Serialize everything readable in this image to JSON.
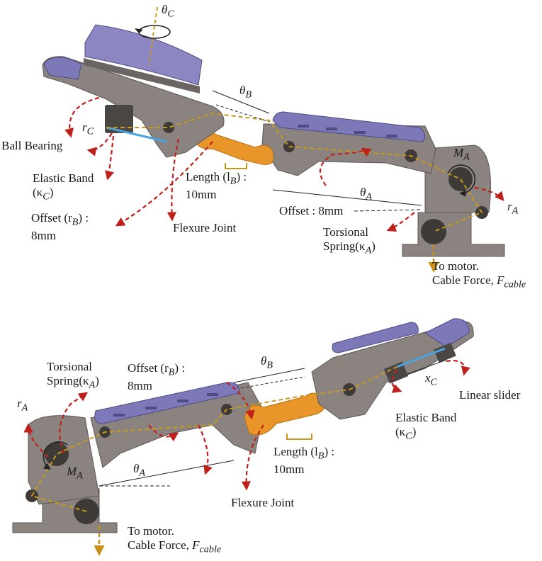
{
  "figure": {
    "top": {
      "theta_c": "θ",
      "theta_c_sub": "C",
      "theta_b": "θ",
      "theta_b_sub": "B",
      "r_c": "r",
      "r_c_sub": "C",
      "ball_bearing": "Ball Bearing",
      "elastic_band_l1": "Elastic Band",
      "elastic_band_l2": "(κ",
      "elastic_band_sub": "C",
      "elastic_band_close": ")",
      "offset_rb_l1": "Offset (r",
      "offset_rb_sub": "B",
      "offset_rb_close": ") :",
      "offset_rb_l2": "8mm",
      "flexure_joint": "Flexure Joint",
      "length_l1": "Length (l",
      "length_sub": "B",
      "length_close": ") :",
      "length_l2": "10mm",
      "theta_a": "θ",
      "theta_a_sub": "A",
      "offset_a": "Offset : 8mm",
      "torsional_l1": "Torsional",
      "torsional_l2": "Spring(κ",
      "torsional_sub": "A",
      "torsional_close": ")",
      "m_a": "M",
      "m_a_sub": "A",
      "r_a": "r",
      "r_a_sub": "A",
      "motor_l1": "To motor.",
      "motor_l2": "Cable Force, ",
      "motor_f": "F",
      "motor_f_sub": "cable"
    },
    "bottom": {
      "torsional_l1": "Torsional",
      "torsional_l2": "Spring(κ",
      "torsional_sub": "A",
      "torsional_close": ")",
      "r_a": "r",
      "r_a_sub": "A",
      "m_a": "M",
      "m_a_sub": "A",
      "offset_rb_l1": "Offset (r",
      "offset_rb_sub": "B",
      "offset_rb_close": ") :",
      "offset_rb_l2": "8mm",
      "theta_b": "θ",
      "theta_b_sub": "B",
      "theta_a": "θ",
      "theta_a_sub": "A",
      "length_l1": "Length (l",
      "length_sub": "B",
      "length_close": ") :",
      "length_l2": "10mm",
      "flexure_joint": "Flexure Joint",
      "x_c": "x",
      "x_c_sub": "C",
      "linear_slider": "Linear slider",
      "elastic_band_l1": "Elastic Band",
      "elastic_band_l2": "(κ",
      "elastic_band_sub": "C",
      "elastic_band_close": ")",
      "motor_l1": "To motor.",
      "motor_l2": "Cable Force, ",
      "motor_f": "F",
      "motor_f_sub": "cable"
    }
  },
  "colors": {
    "frame": "#8a8380",
    "frame_dark": "#5c5654",
    "pad": "#7d78b8",
    "pad_dark": "#4d4a86",
    "flexure": "#e8962a",
    "arrow": "#c0201c",
    "cable": "#c99a18",
    "motor_arrow": "#c8901a",
    "band": "#4aa3df"
  }
}
